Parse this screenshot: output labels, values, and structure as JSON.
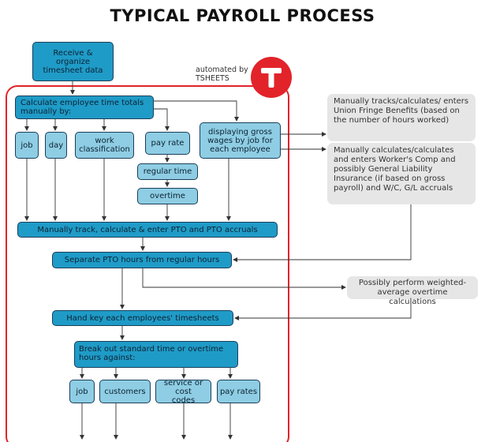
{
  "title": "TYPICAL PAYROLL PROCESS",
  "automated_label": "automated by TSHEETS",
  "logo_letter": "T",
  "colors": {
    "dark_box": "#1f9bc7",
    "light_box": "#8ecde3",
    "gray_note": "#e6e6e6",
    "tsheets_red": "#e2232a"
  },
  "boxes": {
    "receive": "Receive & organize timesheet data",
    "calculate": "Calculate employee time totals manually by:",
    "job": "job",
    "day": "day",
    "work_classification": "work classification",
    "pay_rate": "pay rate",
    "regular_time": "regular time",
    "overtime": "overtime",
    "gross_wages": "displaying gross wages by job for each employee",
    "pto": "Manually track, calculate & enter PTO and PTO accruals",
    "separate_pto": "Separate PTO hours from regular hours",
    "hand_key": "Hand key each employees' timesheets",
    "break_out": "Break out standard time or overtime hours against:",
    "job2": "job",
    "customers": "customers",
    "service_codes": "service or cost codes",
    "pay_rates": "pay rates"
  },
  "notes": {
    "union": "Manually tracks/calculates/ enters Union Fringe Benefits (based on the number of hours worked)",
    "workers_comp": "Manually calculates/calculates and enters Worker's Comp and possibly General Liability Insurance (if based on gross payroll) and W/C, G/L accruals",
    "weighted": "Possibly perform weighted-average overtime calculations"
  }
}
